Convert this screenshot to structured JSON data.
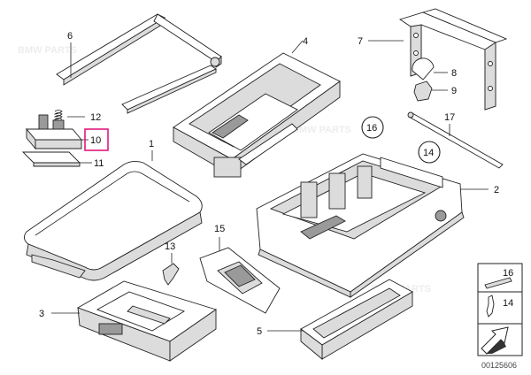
{
  "diagram": {
    "callouts": [
      {
        "id": "c6",
        "label": "6"
      },
      {
        "id": "c4",
        "label": "4"
      },
      {
        "id": "c7",
        "label": "7"
      },
      {
        "id": "c8",
        "label": "8"
      },
      {
        "id": "c9",
        "label": "9"
      },
      {
        "id": "c12",
        "label": "12"
      },
      {
        "id": "c10",
        "label": "10",
        "highlighted": true
      },
      {
        "id": "c11",
        "label": "11"
      },
      {
        "id": "c1",
        "label": "1"
      },
      {
        "id": "c16",
        "label": "16",
        "circled": true
      },
      {
        "id": "c17",
        "label": "17"
      },
      {
        "id": "c14",
        "label": "14",
        "circled": true
      },
      {
        "id": "c2",
        "label": "2"
      },
      {
        "id": "c13",
        "label": "13"
      },
      {
        "id": "c15",
        "label": "15"
      },
      {
        "id": "c3",
        "label": "3"
      },
      {
        "id": "c5",
        "label": "5"
      }
    ],
    "legend": {
      "items": [
        {
          "label": "16"
        },
        {
          "label": "14"
        }
      ]
    },
    "highlight_color": "#e0197d",
    "drawing_number": "00125606"
  }
}
